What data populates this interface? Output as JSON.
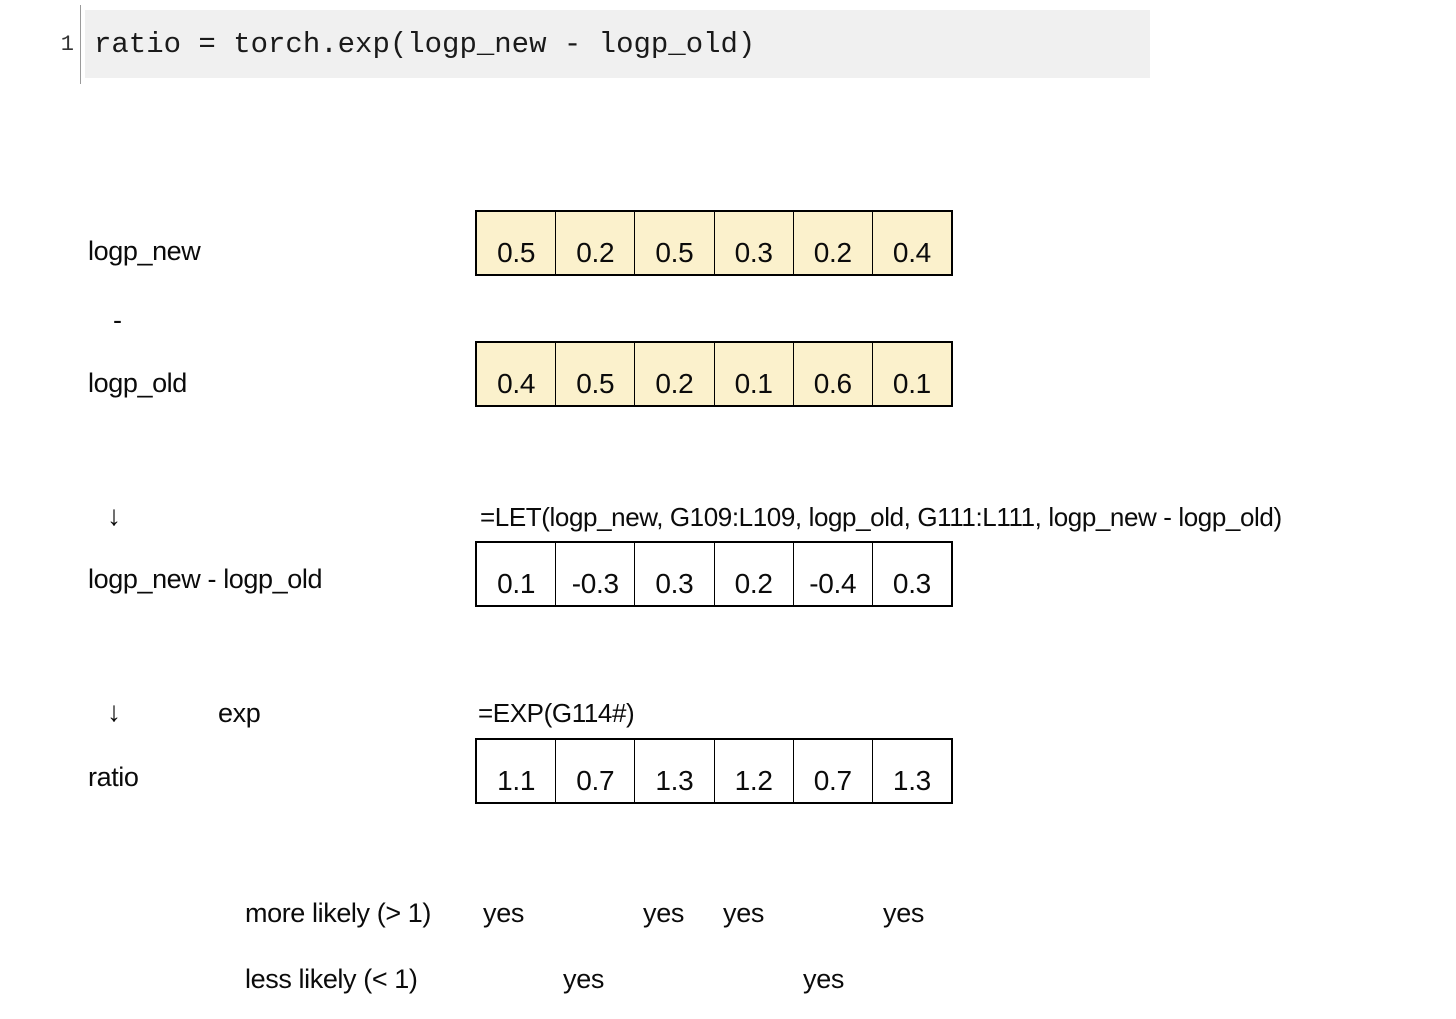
{
  "code_block": {
    "line_number": "1",
    "code": "ratio = torch.exp(logp_new - logp_old)"
  },
  "colors": {
    "code_background": "#f0f0f0",
    "vector_fill_yellow": "#fbf1cc",
    "vector_fill_white": "#ffffff",
    "cell_border": "#000000"
  },
  "vectors": {
    "logp_new": {
      "label": "logp_new",
      "values": [
        "0.5",
        "0.2",
        "0.5",
        "0.3",
        "0.2",
        "0.4"
      ]
    },
    "minus_sign": "-",
    "logp_old": {
      "label": "logp_old",
      "values": [
        "0.4",
        "0.5",
        "0.2",
        "0.1",
        "0.6",
        "0.1"
      ]
    },
    "diff": {
      "arrow": "↓",
      "label": "logp_new - logp_old",
      "formula": "=LET(logp_new, G109:L109, logp_old, G111:L111, logp_new - logp_old)",
      "values": [
        "0.1",
        "-0.3",
        "0.3",
        "0.2",
        "-0.4",
        "0.3"
      ]
    },
    "ratio": {
      "arrow": "↓",
      "arrow_label": "exp",
      "label": "ratio",
      "formula": "=EXP(G114#)",
      "values": [
        "1.1",
        "0.7",
        "1.3",
        "1.2",
        "0.7",
        "1.3"
      ]
    }
  },
  "likelihood": {
    "more": {
      "label": "more likely (> 1)",
      "marks": [
        "yes",
        "",
        "yes",
        "yes",
        "",
        "yes"
      ]
    },
    "less": {
      "label": "less likely (< 1)",
      "marks": [
        "",
        "yes",
        "",
        "",
        "yes",
        ""
      ]
    }
  }
}
